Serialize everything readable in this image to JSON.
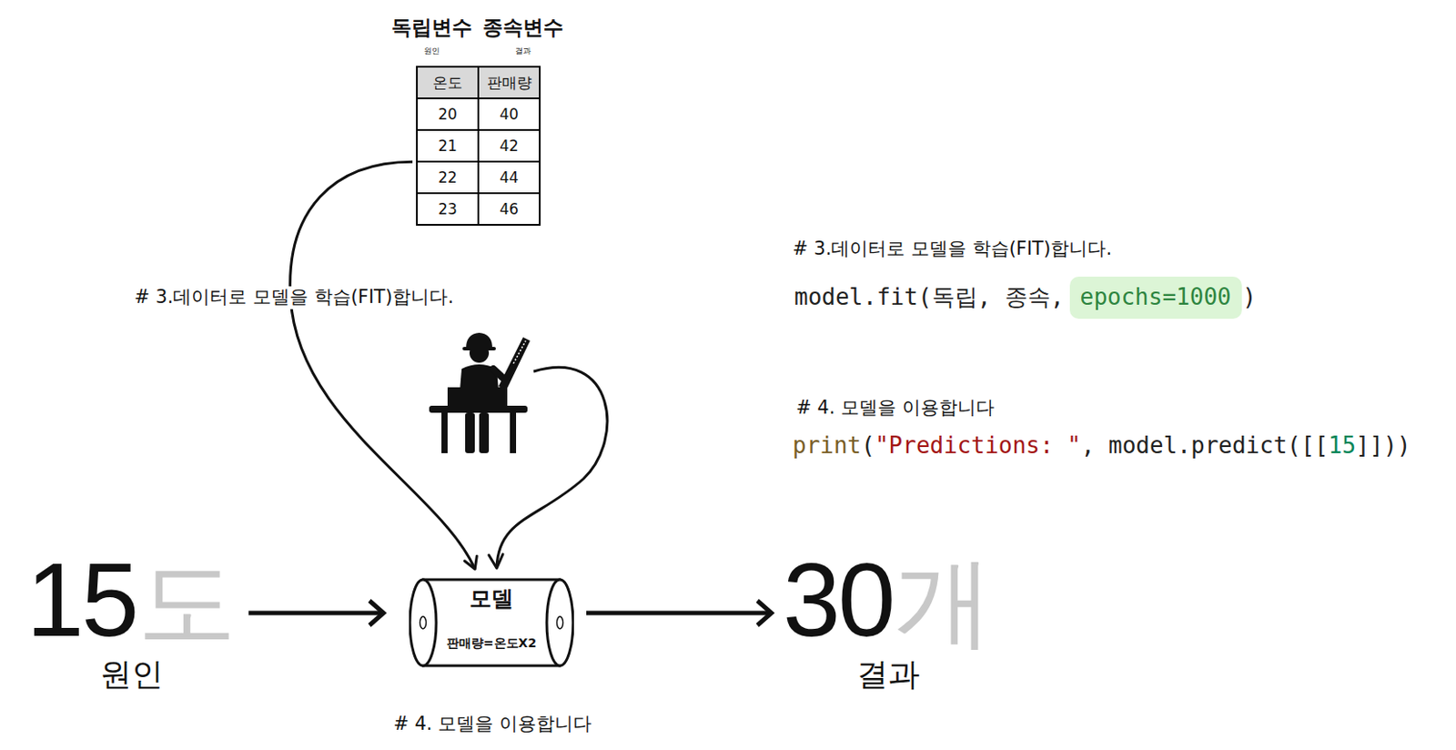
{
  "diagram": {
    "nodes": [
      {
        "text": [
          "독립변수",
          "원인",
          "종속변수",
          "결과",
          "온도",
          "판매량",
          "20",
          "40",
          "21",
          "42",
          "22",
          "44",
          "23",
          "46"
        ]
      },
      {
        "text": [
          "모델",
          "판매량=온도X2"
        ]
      },
      {
        "text": [
          "epochs=1000"
        ]
      }
    ],
    "edges": [
      {
        "from": 0,
        "to": 1,
        "arrow": "to"
      }
    ],
    "labels": [
      "# 3.데이터로 모델을 학습(FIT)합니다.",
      "# 3.데이터로 모델을 학습(FIT)합니다.",
      "model.fit(독립, 종속,",
      ")",
      "# 4. 모델을 이용합니다",
      "print",
      "(",
      "\"Predictions: \"",
      ", model.predict([[",
      "15",
      "]]))",
      "15",
      "도",
      "원인",
      "30",
      "개",
      "결과",
      "# 4. 모델을 이용합니다"
    ]
  }
}
